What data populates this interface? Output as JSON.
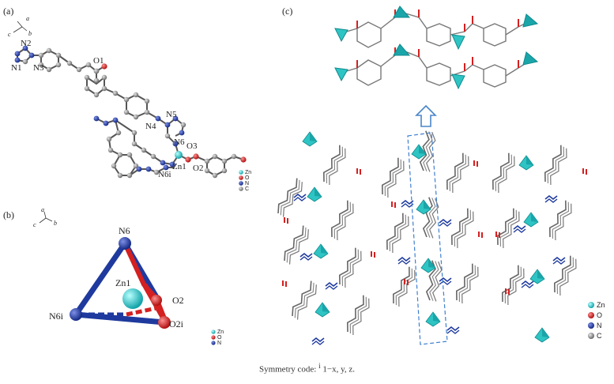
{
  "panels": {
    "a": {
      "label": "(a)",
      "axes": [
        "a",
        "b",
        "c"
      ],
      "atoms": [
        "N2",
        "N1",
        "N3",
        "O1",
        "N5",
        "N4",
        "N6",
        "O3",
        "Zn1",
        "O2",
        "N6i"
      ],
      "legend": [
        "Zn",
        "O",
        "N",
        "C"
      ]
    },
    "b": {
      "label": "(b)",
      "axes": [
        "a",
        "c",
        "b"
      ],
      "atoms": [
        "N6",
        "Zn1",
        "O2",
        "N6i",
        "O2i"
      ],
      "legend": [
        "Zn",
        "O",
        "N"
      ]
    },
    "c": {
      "label": "(c)",
      "legend": [
        "Zn",
        "O",
        "N",
        "C"
      ]
    }
  },
  "caption": {
    "prefix": "Symmetry code: ",
    "sup": "i",
    "text": " 1−x, y, z."
  },
  "colors": {
    "zn": "#2ec4c4",
    "o": "#d42020",
    "n": "#1e3a9e",
    "c": "#8a8a8a",
    "bond": "#555555"
  }
}
